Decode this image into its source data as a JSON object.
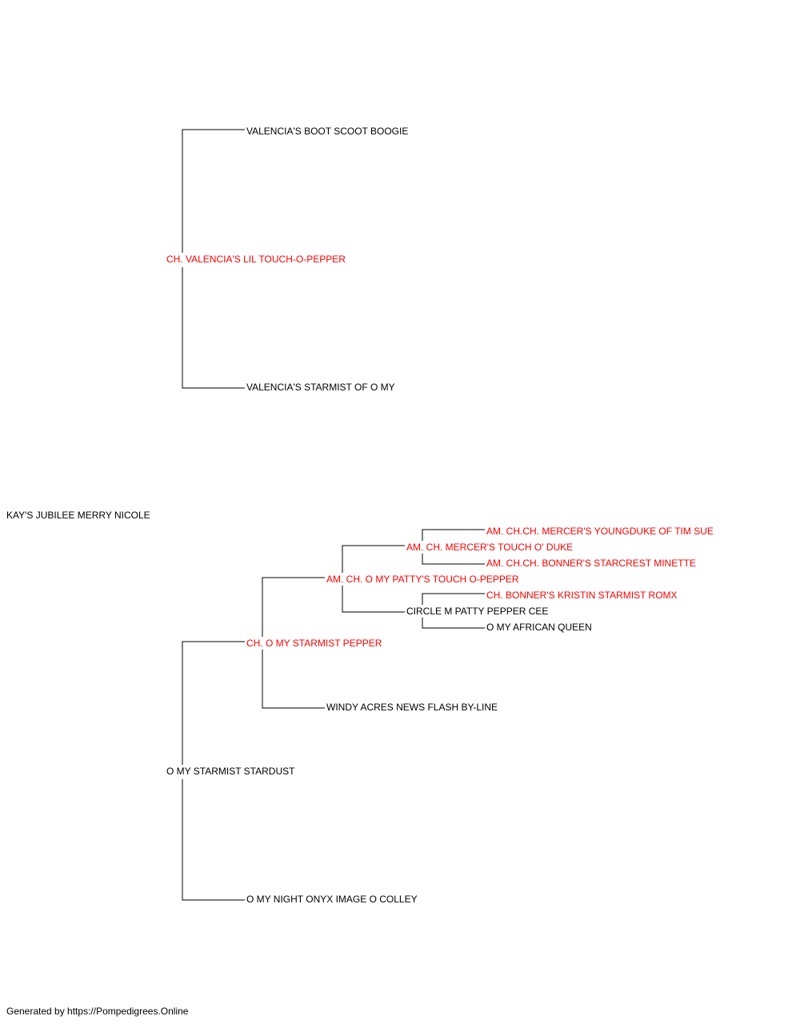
{
  "pedigree": {
    "subject": "KAY'S JUBILEE MERRY NICOLE",
    "sire": "CH. VALENCIA'S LIL TOUCH-O-PEPPER",
    "sire_sire": "VALENCIA'S BOOT SCOOT BOOGIE",
    "sire_dam": "VALENCIA'S STARMIST OF O MY",
    "dam": "O MY STARMIST STARDUST",
    "dam_sire": "CH. O MY STARMIST PEPPER",
    "dam_dam": "O MY NIGHT ONYX IMAGE O COLLEY",
    "dam_sire_sire": "AM. CH. O MY PATTY'S TOUCH O-PEPPER",
    "dam_sire_dam": "WINDY ACRES NEWS FLASH BY-LINE",
    "dam_sire_sire_sire": "AM. CH. MERCER'S TOUCH O' DUKE",
    "dam_sire_sire_dam": "CIRCLE M PATTY PEPPER CEE",
    "dam_sire_sire_sire_sire": "AM. CH.CH. MERCER'S YOUNGDUKE OF TIM SUE",
    "dam_sire_sire_sire_dam": "AM. CH.CH. BONNER'S STARCREST MINETTE",
    "dam_sire_sire_dam_sire": "CH. BONNER'S KRISTIN STARMIST ROMX",
    "dam_sire_sire_dam_dam": "O MY AFRICAN QUEEN"
  },
  "colors": {
    "champion": "#ff0000",
    "normal": "#000000",
    "line": "#000000"
  },
  "footer": "Generated by https://Pompedigrees.Online"
}
